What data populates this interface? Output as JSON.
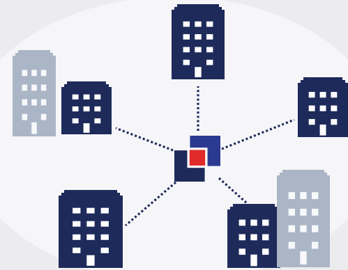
{
  "colors": {
    "background": "#ececee",
    "background_blob": "#f6f6f8",
    "navy": "#1e2a5a",
    "light_building": "#aab5c6",
    "hub_blue": "#2b3a90",
    "hub_red": "#e02a2a",
    "window": "#ffffff",
    "connector": "#1e2a5a"
  },
  "diagram": {
    "hub": {
      "icon": "central-logo-icon"
    },
    "buildings": [
      {
        "name": "building-top",
        "tone": "navy"
      },
      {
        "name": "building-left-pale",
        "tone": "light"
      },
      {
        "name": "building-left",
        "tone": "navy"
      },
      {
        "name": "building-right",
        "tone": "navy"
      },
      {
        "name": "building-bottom-left",
        "tone": "navy"
      },
      {
        "name": "building-bottom-right",
        "tone": "navy"
      },
      {
        "name": "building-bottom-right-pale",
        "tone": "light"
      }
    ],
    "connections": [
      {
        "name": "connector-top",
        "from": "hub",
        "to": "building-top"
      },
      {
        "name": "connector-left",
        "from": "hub",
        "to": "building-left"
      },
      {
        "name": "connector-right",
        "from": "hub",
        "to": "building-right"
      },
      {
        "name": "connector-bottom-left",
        "from": "hub",
        "to": "building-bottom-left"
      },
      {
        "name": "connector-bottom-right",
        "from": "hub",
        "to": "building-bottom-right"
      }
    ]
  }
}
